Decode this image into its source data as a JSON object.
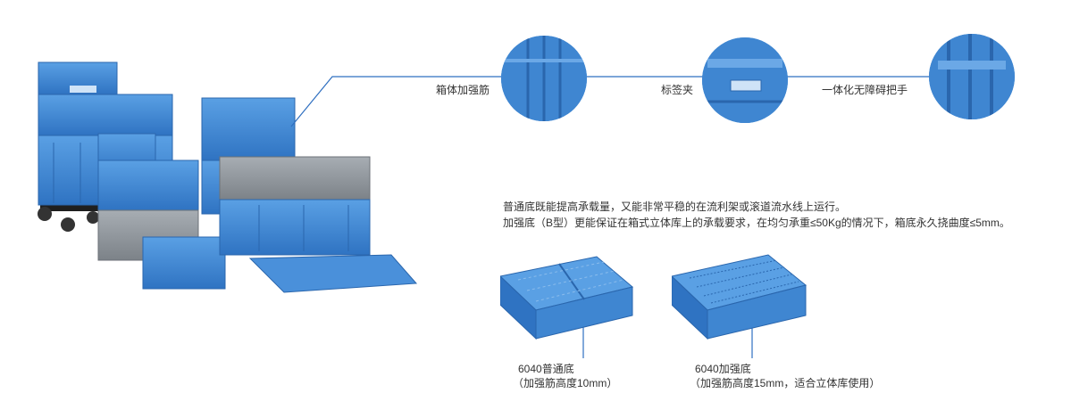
{
  "callouts": {
    "rib": "箱体加强筋",
    "label_holder": "标签夹",
    "handle": "一体化无障碍把手"
  },
  "description": {
    "line1": "普通底既能提高承载量，又能非常平稳的在流利架或滚道流水线上运行。",
    "line2": "加强底（B型）更能保证在箱式立体库上的承载要求，在均匀承重≤50Kg的情况下，箱底永久挠曲度≤5mm。"
  },
  "bottoms": [
    {
      "title": "6040普通底",
      "note": "（加强筋高度10mm）"
    },
    {
      "title": "6040加强底",
      "note": "（加强筋高度15mm，适合立体库使用）"
    }
  ],
  "colors": {
    "crate_blue": "#3f86d1",
    "crate_blue_dark": "#2a66ad",
    "crate_gray": "#8f959b",
    "line_blue": "#2f6fc0"
  }
}
